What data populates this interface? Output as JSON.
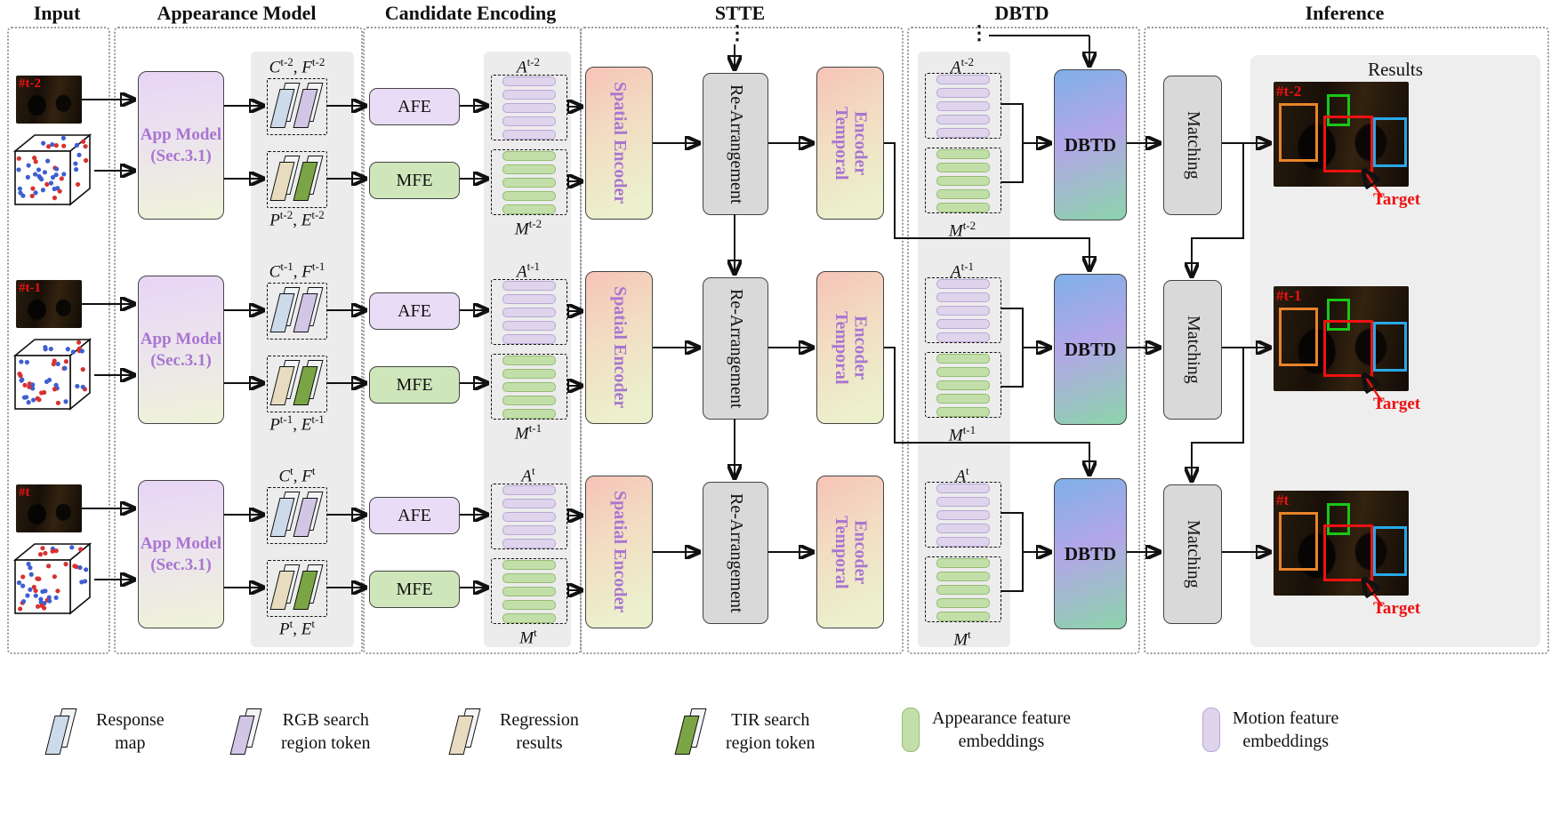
{
  "headers": {
    "input": "Input",
    "appearance": "Appearance Model",
    "candidate": "Candidate Encoding",
    "stte": "STTE",
    "dbtd": "DBTD",
    "inference": "Inference"
  },
  "vars": {
    "c": "C",
    "f": "F",
    "p": "P",
    "e": "E",
    "a": "A",
    "m": "M",
    "sep": ", "
  },
  "rows": [
    {
      "frame": "#t-2",
      "sup": "t-2"
    },
    {
      "frame": "#t-1",
      "sup": "t-1"
    },
    {
      "frame": "#t",
      "sup": "t"
    }
  ],
  "boxes": {
    "app": "App Model\n(Sec.3.1)",
    "afe": "AFE",
    "mfe": "MFE",
    "spatial": "Spatial Encoder",
    "rearrange": "Re-Arrangement",
    "temporal": "Temporal Encoder",
    "dbtd": "DBTD",
    "matching": "Matching"
  },
  "dots": "⋮",
  "results_title": "Results",
  "target_label": "Target",
  "legend": [
    {
      "label": "Response\nmap",
      "icon": "response-map"
    },
    {
      "label": "RGB search\nregion token",
      "icon": "rgb-search-region-token"
    },
    {
      "label": "Regression\nresults",
      "icon": "regression-results"
    },
    {
      "label": "TIR search\nregion token",
      "icon": "tir-search-region-token"
    },
    {
      "label": "Appearance feature\nembeddings",
      "icon": "appearance-feature-embedding"
    },
    {
      "label": "Motion feature\nembeddings",
      "icon": "motion-feature-embedding"
    }
  ],
  "colors": {
    "target_red": "#ee1111",
    "purple_text": "#a875d0",
    "bbox_orange": "#e8832a",
    "bbox_green": "#18c818",
    "bbox_red": "#ee1111",
    "bbox_blue": "#28a8e8"
  }
}
